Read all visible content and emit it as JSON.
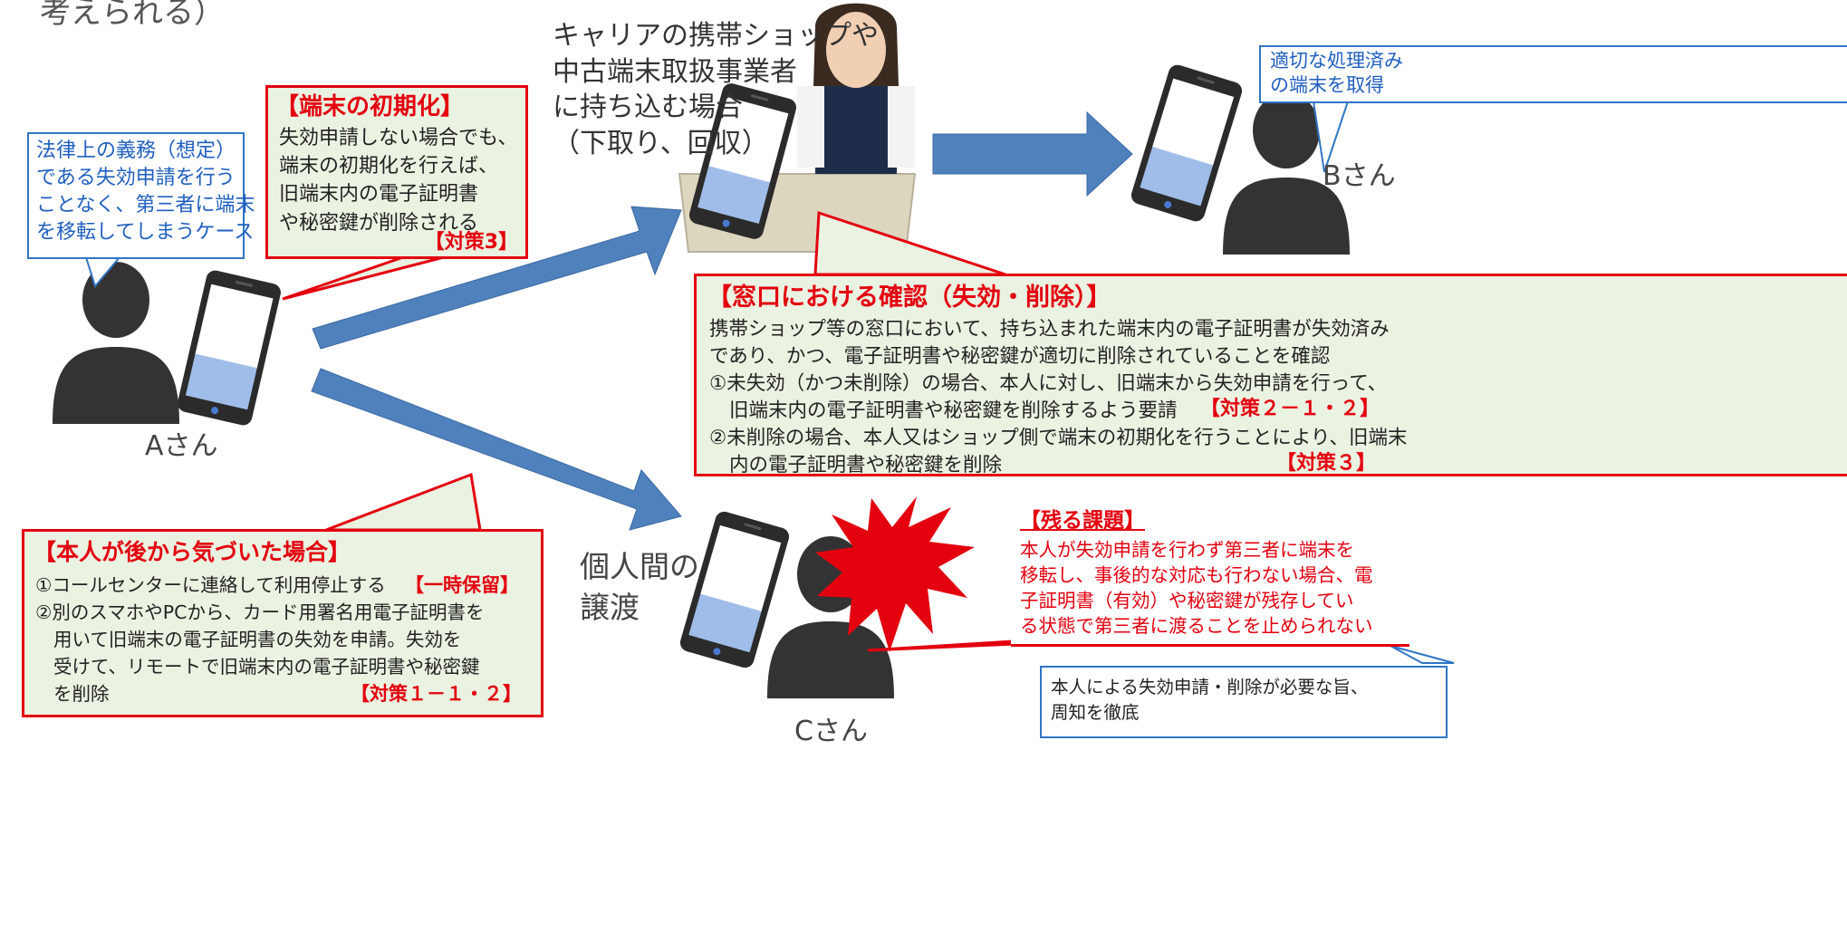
{
  "top_fragment": "考えられる）",
  "shop_label": "キャリアの携帯ショップや\n中古端末取扱事業者\nに持ち込む場合\n（下取り、回収）",
  "bubble_left": "法律上の義務（想定）\nである失効申請を行う\nことなく、第三者に端末\nを移転してしまうケース",
  "bubble_right": "適切な処理済み\nの端末を取得",
  "bubble_bottom": "本人による失効申請・削除が必要な旨、\n周知を徹底",
  "init_box": {
    "title": "【端末の初期化】",
    "body": "失効申請しない場合でも、\n端末の初期化を行えば、\n旧端末内の電子証明書\nや秘密鍵が削除される",
    "measure": "【対策3】"
  },
  "window_box": {
    "title": "【窓口における確認（失効・削除）】",
    "line1": "携帯ショップ等の窓口において、持ち込まれた端末内の電子証明書が失効済み",
    "line2": "であり、かつ、電子証明書や秘密鍵が適切に削除されていることを確認",
    "line3": "①未失効（かつ未削除）の場合、本人に対し、旧端末から失効申請を行って、",
    "line4": "旧端末内の電子証明書や秘密鍵を削除するよう要請",
    "line4_measure": "【対策２－１・２】",
    "line5": "②未削除の場合、本人又はショップ側で端末の初期化を行うことにより、旧端末",
    "line6": "内の電子証明書や秘密鍵を削除",
    "line6_measure": "【対策３】"
  },
  "later_box": {
    "title": "【本人が後から気づいた場合】",
    "line1": "①コールセンターに連絡して利用停止する",
    "line1_measure": "【一時保留】",
    "line2": "②別のスマホやPCから、カード用署名用電子証明書を",
    "line3": "用いて旧端末の電子証明書の失効を申請。失効を",
    "line4": "受けて、リモートで旧端末内の電子証明書や秘密鍵",
    "line5": "を削除",
    "line5_measure": "【対策１－１・２】"
  },
  "remain_box": {
    "title": "【残る課題】",
    "body": "本人が失効申請を行わず第三者に端末を\n移転し、事後的な対応も行わない場合、電\n子証明書（有効）や秘密鍵が残存してい\nる状態で第三者に渡ることを止められない"
  },
  "persons": {
    "a": "Aさん",
    "b": "Bさん",
    "c": "Cさん"
  },
  "transfer_label": "個人間の\n譲渡",
  "colors": {
    "red": "#e3000f",
    "blue": "#2f75c5",
    "arrow": "#4f81bd",
    "box_fill": "#eaf2e1",
    "silhouette": "#333333"
  }
}
